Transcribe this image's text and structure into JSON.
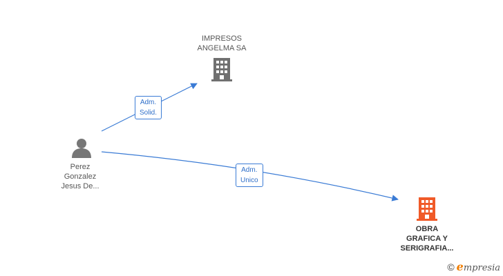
{
  "nodes": {
    "person": {
      "label": "Perez\nGonzalez\nJesus De...",
      "icon": "person-icon",
      "color": "#777777"
    },
    "company_top": {
      "label": "IMPRESOS\nANGELMA SA",
      "icon": "building-icon",
      "color": "#707070"
    },
    "company_bottom": {
      "label": "OBRA\nGRAFICA Y\nSERIGRAFIA...",
      "icon": "building-icon",
      "color": "#f05a28"
    }
  },
  "edges": {
    "to_top": {
      "label": "Adm.\nSolid.",
      "color": "#3a7bd5"
    },
    "to_bottom": {
      "label": "Adm.\nUnico",
      "color": "#3a7bd5"
    }
  },
  "brand": {
    "copyright": "©",
    "logo_initial": "e",
    "logo_rest": "mpresia",
    "accent": "#f07d00"
  }
}
